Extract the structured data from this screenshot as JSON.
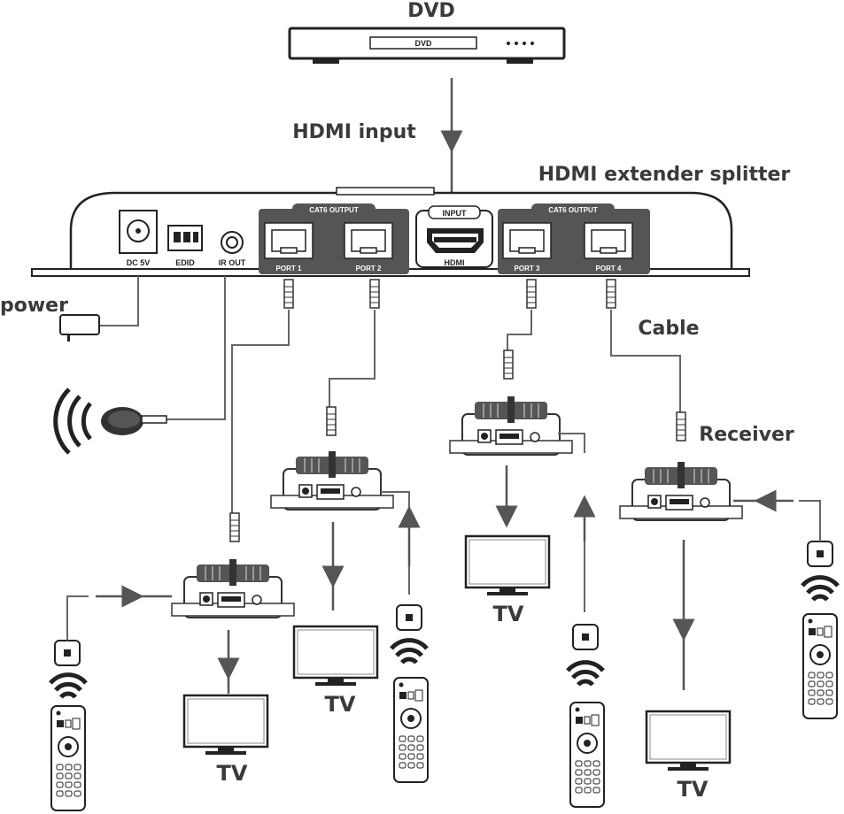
{
  "labels": {
    "dvd": "DVD",
    "dvd_slot": "DVD",
    "hdmi_input": "HDMI input",
    "extender_splitter": "HDMI extender splitter",
    "power": "power",
    "cable": "Cable",
    "receiver": "Receiver",
    "tv": "TV"
  },
  "splitter": {
    "dc": "DC 5V",
    "edid": "EDID",
    "ir_out": "IR OUT",
    "cat6_output": "CAT6 OUTPUT",
    "input": "INPUT",
    "hdmi": "HDMI",
    "ports": [
      "PORT 1",
      "PORT 2",
      "PORT 3",
      "PORT 4"
    ]
  },
  "colors": {
    "line": "#555555",
    "text": "#3a3a3a",
    "device": "#444444"
  }
}
